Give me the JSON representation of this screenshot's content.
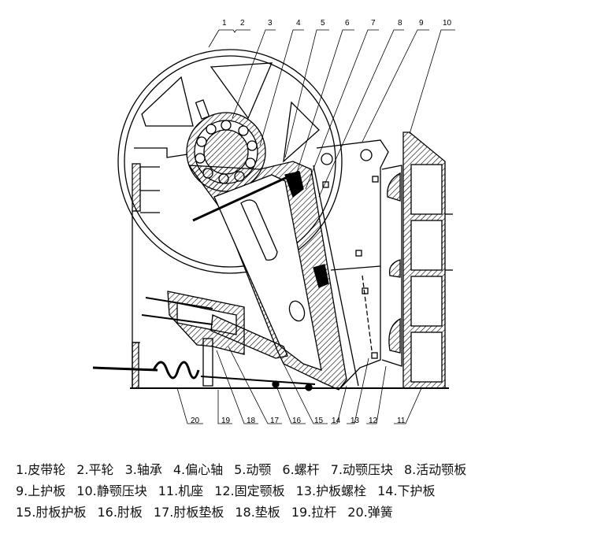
{
  "diagram": {
    "top_callouts": [
      "1",
      "2",
      "3",
      "4",
      "5",
      "6",
      "7",
      "8",
      "9",
      "10"
    ],
    "bottom_callouts": [
      "20",
      "19",
      "18",
      "17",
      "16",
      "15",
      "14",
      "13",
      "12",
      "11"
    ]
  },
  "legend": {
    "rows": [
      [
        "1.皮带轮",
        "2.平轮",
        "3.轴承",
        "4.偏心轴",
        "5.动颚",
        "6.螺杆",
        "7.动颚压块",
        "8.活动颚板"
      ],
      [
        "9.上护板",
        "10.静颚压块",
        "11.机座",
        "12.固定颚板",
        "13.护板螺栓",
        "14.下护板"
      ],
      [
        "15.肘板护板",
        "16.肘板",
        "17.肘板垫板",
        "18.垫板",
        "19.拉杆",
        "20.弹簧"
      ]
    ]
  }
}
